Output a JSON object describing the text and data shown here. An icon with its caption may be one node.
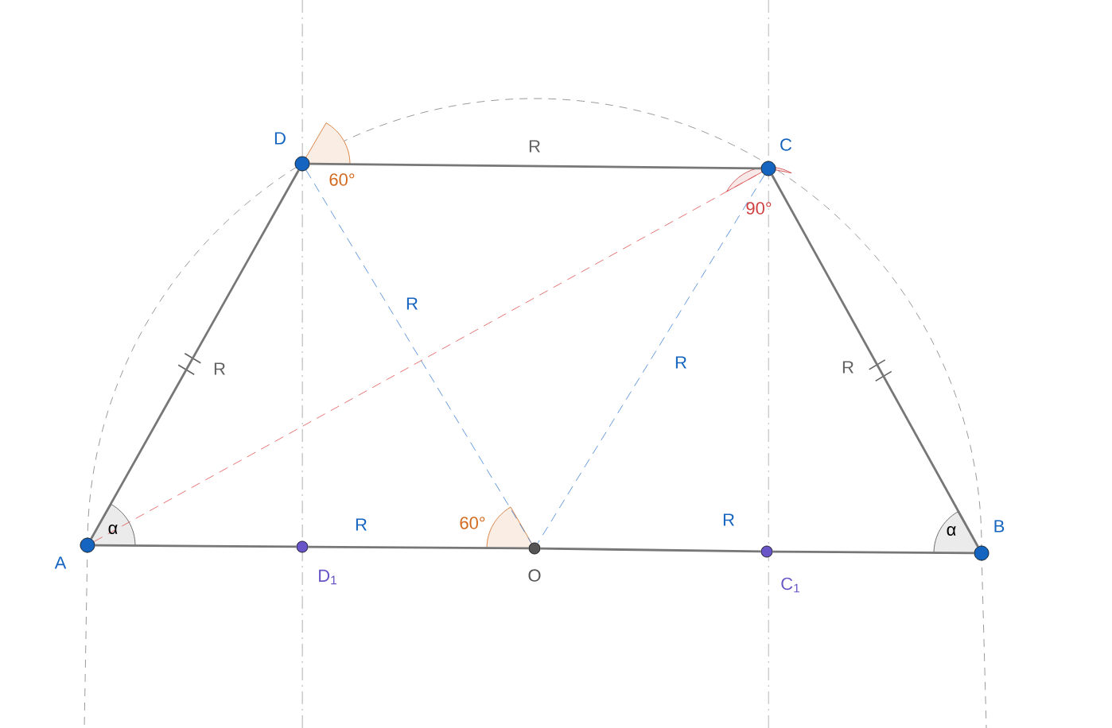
{
  "diagram": {
    "nodes": [
      {
        "text": [
          "A"
        ]
      },
      {
        "text": [
          "B"
        ]
      },
      {
        "text": [
          "C"
        ]
      },
      {
        "text": [
          "D"
        ]
      },
      {
        "text": [
          "O"
        ]
      },
      {
        "text": [
          "D$_{1}$"
        ]
      },
      {
        "text": [
          "C$_{1}$"
        ]
      }
    ],
    "edges": [
      {
        "from": 0,
        "to": 3,
        "arrow": "none",
        "label": "R"
      },
      {
        "from": 3,
        "to": 2,
        "arrow": "none",
        "label": "R"
      },
      {
        "from": 2,
        "to": 1,
        "arrow": "none",
        "label": "R"
      },
      {
        "from": 0,
        "to": 5,
        "arrow": "none"
      },
      {
        "from": 5,
        "to": 4,
        "arrow": "none",
        "label": "R"
      },
      {
        "from": 4,
        "to": 6,
        "arrow": "none",
        "label": "R"
      },
      {
        "from": 6,
        "to": 1,
        "arrow": "none"
      },
      {
        "from": 3,
        "to": 4,
        "arrow": "none",
        "label": "R",
        "style": "dashed",
        "color": "#3d7fd0"
      },
      {
        "from": 2,
        "to": 4,
        "arrow": "none",
        "label": "R",
        "style": "dashed",
        "color": "#3d7fd0"
      },
      {
        "from": 0,
        "to": 2,
        "arrow": "none",
        "style": "dashed",
        "color": "#e05050"
      }
    ],
    "labels": [
      "60°",
      "90°",
      "α",
      "60°",
      "α"
    ]
  }
}
